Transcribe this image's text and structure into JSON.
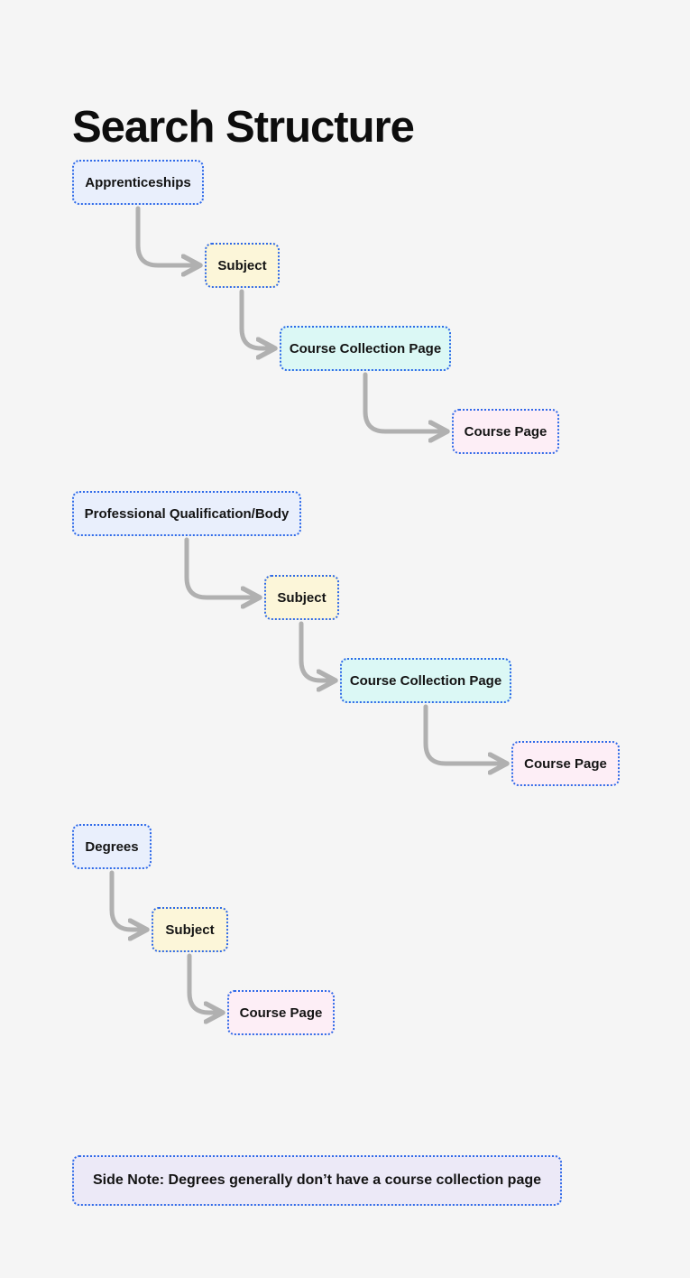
{
  "page": {
    "title": "Search Structure",
    "background_color": "#f5f5f5"
  },
  "colors": {
    "node_border_blue": "#2f6ae8",
    "arrow_gray": "#b0b0b0",
    "node_blue_bg": "#e9effc",
    "node_yellow_bg": "#fcf6d9",
    "node_cyan_bg": "#dbf8f5",
    "node_pink_bg": "#fdeef6",
    "note_lavender_bg": "#ece9f7",
    "title_color": "#0d0d0d",
    "node_text_color": "#141414"
  },
  "flows": [
    {
      "name": "apprenticeships-flow",
      "nodes": [
        {
          "label": "Apprenticeships",
          "color": "blue"
        },
        {
          "label": "Subject",
          "color": "yellow"
        },
        {
          "label": "Course Collection Page",
          "color": "cyan"
        },
        {
          "label": "Course Page",
          "color": "pink"
        }
      ]
    },
    {
      "name": "professional-qualification-flow",
      "nodes": [
        {
          "label": "Professional Qualification/Body",
          "color": "blue"
        },
        {
          "label": "Subject",
          "color": "yellow"
        },
        {
          "label": "Course Collection Page",
          "color": "cyan"
        },
        {
          "label": "Course Page",
          "color": "pink"
        }
      ]
    },
    {
      "name": "degrees-flow",
      "nodes": [
        {
          "label": "Degrees",
          "color": "blue"
        },
        {
          "label": "Subject",
          "color": "yellow"
        },
        {
          "label": "Course Page",
          "color": "pink"
        }
      ]
    }
  ],
  "side_note": {
    "label": "Side Note: Degrees generally don’t have a course collection page"
  }
}
